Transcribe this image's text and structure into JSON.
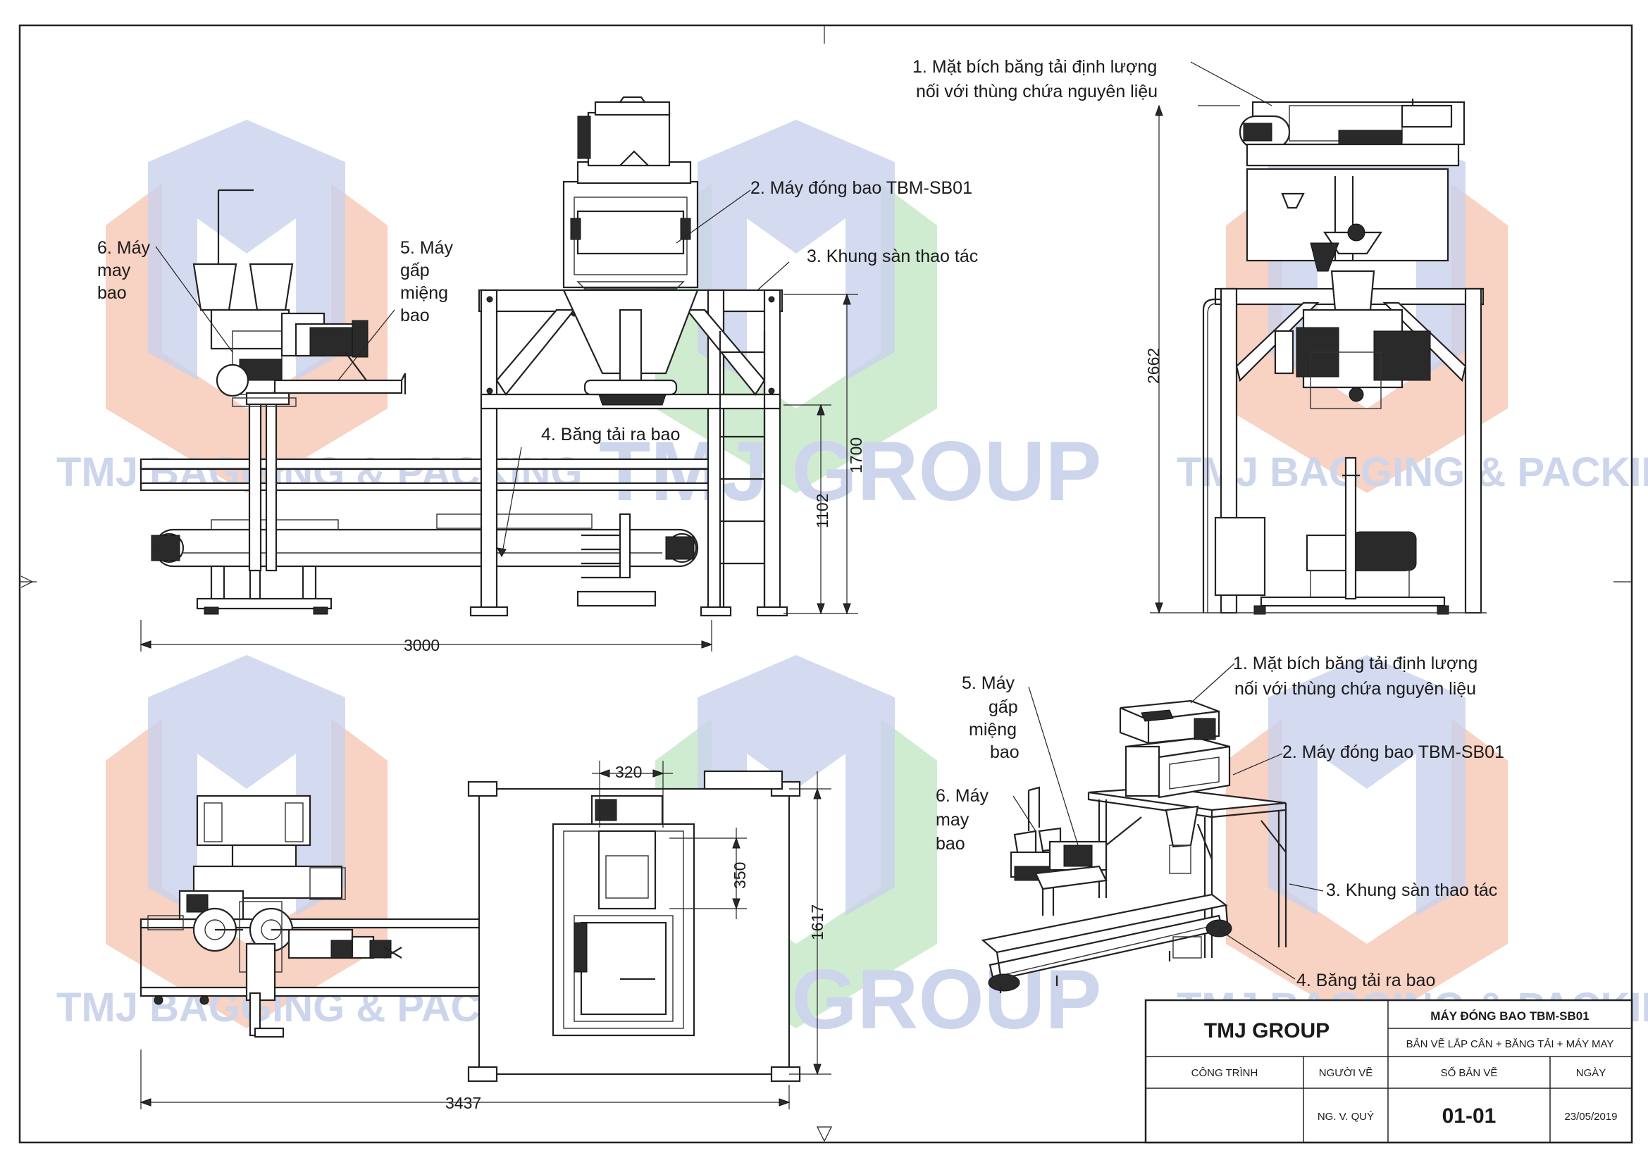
{
  "sheet": {
    "watermark_company": "TMJ GROUP",
    "watermark_tagline": "TMJ  BAGGING & PACKING",
    "colors": {
      "logo_salmon": "#f6c3ad",
      "logo_blue": "#c9d2ec",
      "logo_green": "#bfe6c2",
      "text_blue": "#cdd5ec"
    }
  },
  "views": {
    "front": {
      "labels": {
        "sewing_machine": [
          "6. Máy",
          "may",
          "bao"
        ],
        "bag_folder": [
          "5. Máy",
          "gấp",
          "miệng",
          "bao"
        ],
        "bagging_machine": "2. Máy đóng bao TBM-SB01",
        "frame": "3. Khung sàn thao tác",
        "conveyor": "4. Băng tải ra bao"
      },
      "dims": {
        "width": "3000",
        "height_1700": "1700",
        "height_1102": "1102"
      }
    },
    "side": {
      "labels": {
        "flange_line1": "1. Mặt bích băng tải định lượng",
        "flange_line2": "nối với thùng chứa nguyên liệu"
      },
      "dims": {
        "height": "2662"
      }
    },
    "top": {
      "dims": {
        "d320": "320",
        "d350": "350",
        "d1617": "1617",
        "d3437": "3437"
      }
    },
    "iso": {
      "labels": {
        "flange_line1": "1. Mặt bích băng tải định lượng",
        "flange_line2": "nối với thùng chứa nguyên liệu",
        "bagging_machine": "2. Máy đóng bao TBM-SB01",
        "frame": "3. Khung sàn thao tác",
        "conveyor": "4. Băng tải ra bao",
        "bag_folder": [
          "5. Máy",
          "gấp",
          "miệng",
          "bao"
        ],
        "sewing_machine": [
          "6. Máy",
          "may",
          "bao"
        ]
      }
    }
  },
  "title_block": {
    "company": "TMJ GROUP",
    "product": "MÁY ĐÓNG BAO TBM-SB01",
    "drawing_title": "BẢN VẼ LẮP CÂN + BĂNG TẢI + MÁY MAY",
    "col_project": "CÔNG TRÌNH",
    "col_drawer": "NGƯỜI VẼ",
    "col_drawing_no": "SỐ BẢN VẼ",
    "col_date": "NGÀY",
    "drawer": "NG. V. QUÝ",
    "drawing_no": "01-01",
    "date": "23/05/2019"
  }
}
